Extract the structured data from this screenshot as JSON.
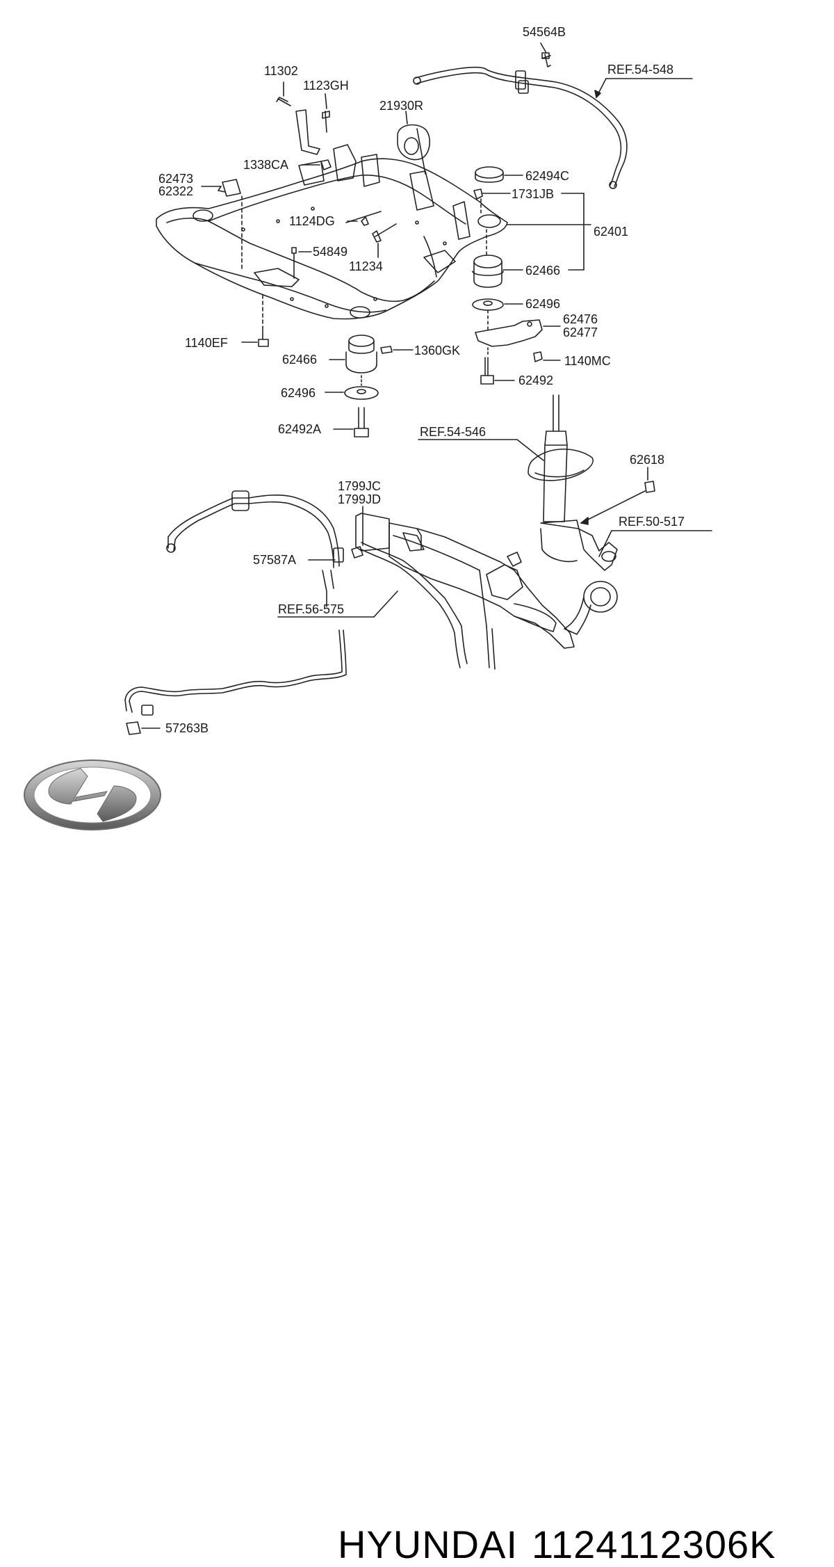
{
  "labels": {
    "p54564B": "54564B",
    "ref54548": "REF.54-548",
    "p11302": "11302",
    "p1123GH": "1123GH",
    "p21930R": "21930R",
    "p1338CA": "1338CA",
    "p62473": "62473",
    "p62322": "62322",
    "p62494C": "62494C",
    "p1731JB": "1731JB",
    "p1124DG": "1124DG",
    "p62401": "62401",
    "p54849": "54849",
    "p11234": "11234",
    "p62466a": "62466",
    "p62496a": "62496",
    "p62476": "62476",
    "p62477": "62477",
    "p1140EF": "1140EF",
    "p62466b": "62466",
    "p1360GK": "1360GK",
    "p1140MC": "1140MC",
    "p62492": "62492",
    "p62496b": "62496",
    "p62492A": "62492A",
    "ref54546": "REF.54-546",
    "p62618": "62618",
    "p1799JC": "1799JC",
    "p1799JD": "1799JD",
    "ref50517": "REF.50-517",
    "p57587A": "57587A",
    "ref56575": "REF.56-575",
    "p57263B": "57263B"
  },
  "footer": {
    "brand": "HYUNDAI",
    "part_number": "1124112306K"
  },
  "icons": {
    "logo": "hyundai-logo-icon"
  }
}
